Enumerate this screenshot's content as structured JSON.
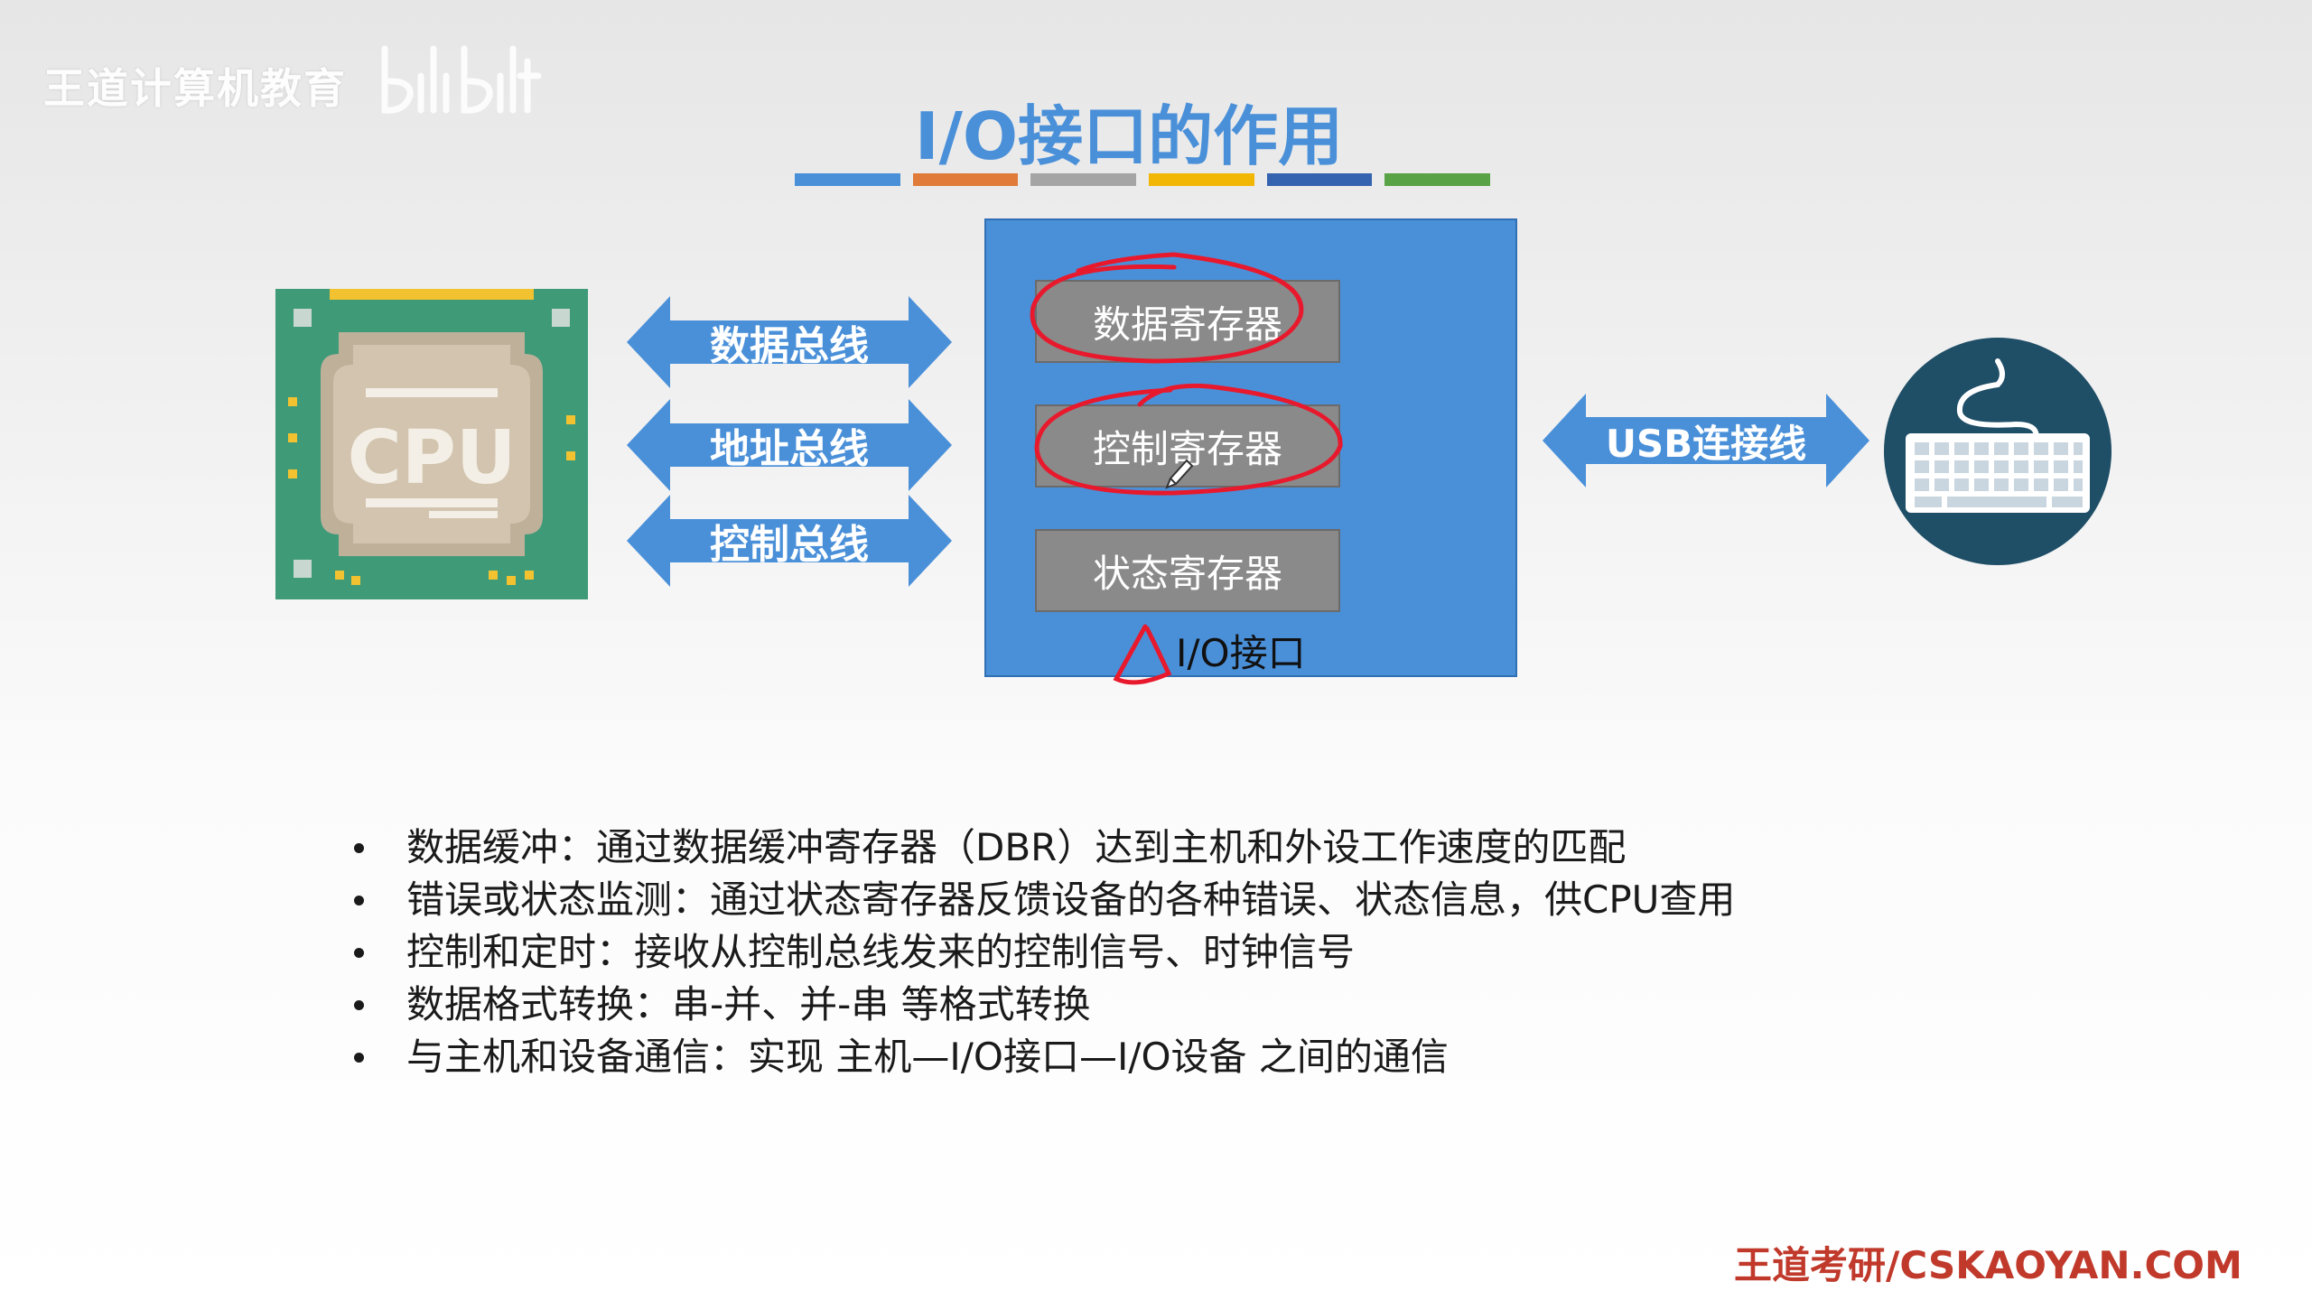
{
  "watermark": {
    "text": "王道计算机教育"
  },
  "title": "I/O接口的作用",
  "title_bar_colors": [
    "#4a90d9",
    "#e07b39",
    "#a5a5a5",
    "#f2b705",
    "#3563b0",
    "#5aa246"
  ],
  "cpu": {
    "label": "CPU"
  },
  "buses": [
    "数据总线",
    "地址总线",
    "控制总线"
  ],
  "io_interface": {
    "registers": [
      "数据寄存器",
      "控制寄存器",
      "状态寄存器"
    ],
    "label": "I/O接口"
  },
  "usb": {
    "label": "USB连接线"
  },
  "bullets": [
    "数据缓冲：通过数据缓冲寄存器（DBR）达到主机和外设工作速度的匹配",
    "错误或状态监测：通过状态寄存器反馈设备的各种错误、状态信息，供CPU查用",
    "控制和定时：接收从控制总线发来的控制信号、时钟信号",
    "数据格式转换：串-并、并-串 等格式转换",
    "与主机和设备通信：实现 主机—I/O接口—I/O设备 之间的通信"
  ],
  "footer": "王道考研/CSKAOYAN.COM",
  "colors": {
    "accent_blue": "#4a90d9",
    "register_gray": "#8a8a8a",
    "annotation_red": "#e8192c",
    "footer_red": "#c0392b"
  }
}
